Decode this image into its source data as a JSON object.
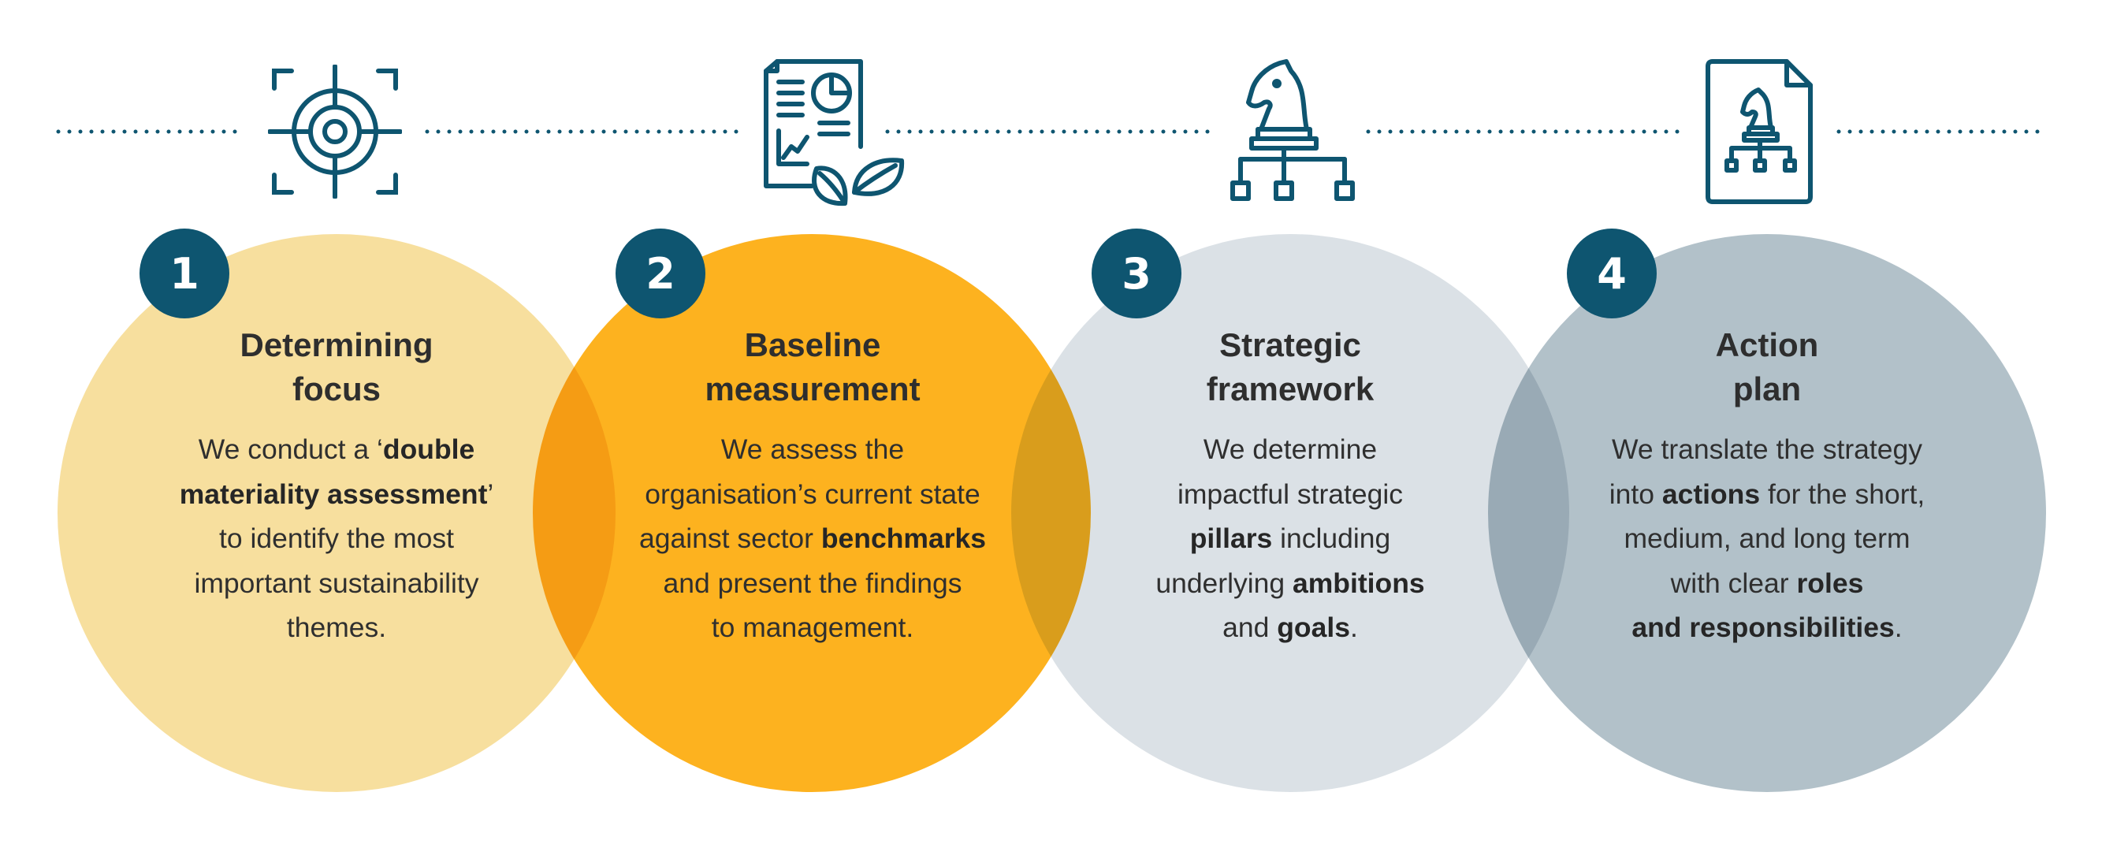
{
  "colors": {
    "navy": "#0e5570",
    "circle_1": "#f7df9e",
    "circle_2": "#fdb21f",
    "circle_3": "#dbe1e6",
    "circle_4": "#b2c1c9"
  },
  "steps": [
    {
      "number": "1",
      "icon": "target-icon",
      "title": [
        "Determining",
        "focus"
      ],
      "description": [
        [
          {
            "t": "We conduct a ‘"
          },
          {
            "t": "double",
            "b": true
          }
        ],
        [
          {
            "t": "materiality assessment",
            "b": true
          },
          {
            "t": "’"
          }
        ],
        [
          {
            "t": "to identify the most"
          }
        ],
        [
          {
            "t": "important sustainability"
          }
        ],
        [
          {
            "t": "themes."
          }
        ]
      ]
    },
    {
      "number": "2",
      "icon": "report-leaf-icon",
      "title": [
        "Baseline",
        "measurement"
      ],
      "description": [
        [
          {
            "t": "We assess the"
          }
        ],
        [
          {
            "t": "organisation’s current state"
          }
        ],
        [
          {
            "t": "against sector "
          },
          {
            "t": "benchmarks",
            "b": true
          }
        ],
        [
          {
            "t": "and present the findings"
          }
        ],
        [
          {
            "t": "to management."
          }
        ]
      ]
    },
    {
      "number": "3",
      "icon": "chess-knight-hierarchy-icon",
      "title": [
        "Strategic",
        "framework"
      ],
      "description": [
        [
          {
            "t": "We determine"
          }
        ],
        [
          {
            "t": "impactful strategic"
          }
        ],
        [
          {
            "t": "pillars",
            "b": true
          },
          {
            "t": " including"
          }
        ],
        [
          {
            "t": "underlying "
          },
          {
            "t": "ambitions",
            "b": true
          }
        ],
        [
          {
            "t": "and "
          },
          {
            "t": "goals",
            "b": true
          },
          {
            "t": "."
          }
        ]
      ]
    },
    {
      "number": "4",
      "icon": "plan-document-icon",
      "title": [
        "Action",
        "plan"
      ],
      "description": [
        [
          {
            "t": "We translate the strategy"
          }
        ],
        [
          {
            "t": "into "
          },
          {
            "t": "actions",
            "b": true
          },
          {
            "t": " for the short,"
          }
        ],
        [
          {
            "t": "medium, and long term"
          }
        ],
        [
          {
            "t": "with clear "
          },
          {
            "t": "roles",
            "b": true
          }
        ],
        [
          {
            "t": "and responsibilities",
            "b": true
          },
          {
            "t": "."
          }
        ]
      ]
    }
  ]
}
